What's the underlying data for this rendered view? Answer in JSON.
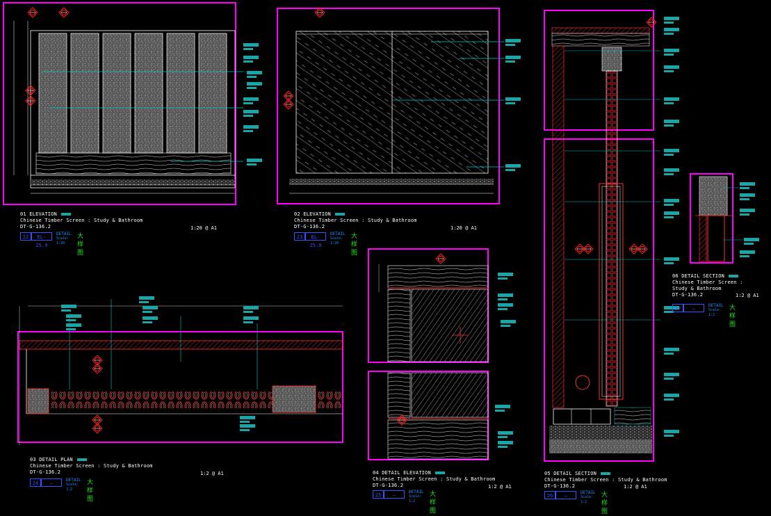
{
  "colors": {
    "frame": "#ff00ff",
    "line": "#ffffff",
    "cyan": "#00c8c8",
    "teal": "#1aa6a6",
    "red": "#ff2020",
    "blue": "#3355ff",
    "green": "#20e020",
    "bg": "#000000"
  },
  "drawings": [
    {
      "id": "d01",
      "title": "01 ELEVATION",
      "subtitle": "Chinese Timber Screen : Study & Bathroom",
      "code": "DT-G-136.2",
      "scale": "1:20 @ A1",
      "tag_no": "22",
      "tag_ref": "EL-25.9",
      "detail": "DETAIL",
      "detail_scale": "Scale: 1:20",
      "cn": "大样图"
    },
    {
      "id": "d02",
      "title": "02 ELEVATION",
      "subtitle": "Chinese Timber Screen : Study & Bathroom",
      "code": "DT-G-136.2",
      "scale": "1:20 @ A1",
      "tag_no": "23",
      "tag_ref": "EL-25.9",
      "detail": "DETAIL",
      "detail_scale": "Scale: 1:20",
      "cn": "大样图"
    },
    {
      "id": "d03",
      "title": "03 DETAIL PLAN",
      "subtitle": "Chinese Timber Screen : Study & Bathroom",
      "code": "DT-G-136.2",
      "scale": "1:2 @ A1",
      "tag_no": "24",
      "tag_ref": "—",
      "detail": "DETAIL",
      "detail_scale": "Scale: 1:2",
      "cn": "大样图"
    },
    {
      "id": "d04",
      "title": "04 DETAIL ELEVATION",
      "subtitle": "Chinese Timber Screen : Study & Bathroom",
      "code": "DT-G-136.2",
      "scale": "1:2 @ A1",
      "tag_no": "25",
      "tag_ref": "—",
      "detail": "DETAIL",
      "detail_scale": "Scale: 1:2",
      "cn": "大样图"
    },
    {
      "id": "d05",
      "title": "05 DETAIL SECTION",
      "subtitle": "Chinese Timber Screen : Study & Bathroom",
      "code": "DT-G-136.2",
      "scale": "1:2 @ A1",
      "tag_no": "26",
      "tag_ref": "—",
      "detail": "DETAIL",
      "detail_scale": "Scale: 1:2",
      "cn": "大样图"
    },
    {
      "id": "d06",
      "title": "06 DETAIL SECTION",
      "subtitle": "Chinese Timber Screen :",
      "subtitle2": "Study & Bathroom",
      "code": "DT-G-136.2",
      "scale": "1:2 @ A1",
      "tag_no": "27",
      "tag_ref": "—",
      "detail": "DETAIL",
      "detail_scale": "Scale: 1:2",
      "cn": "大样图"
    }
  ]
}
